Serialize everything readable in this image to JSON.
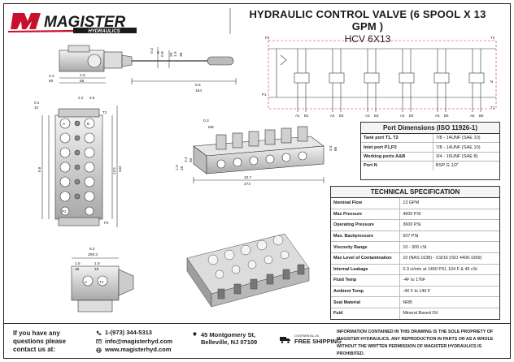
{
  "header": {
    "logo_text": "MAGISTER",
    "logo_sub": "HYDRAULICS",
    "title": "HYDRAULIC CONTROL VALVE (6 SPOOL X 13 GPM )",
    "subtitle": "HCV 6X13"
  },
  "drawing": {
    "top_view": {
      "dim_width_mm": "6.5",
      "dim_width_in": "164",
      "d1": "0.3",
      "d2": "8",
      "d3": "0.8",
      "d4": "20",
      "d5": "1.5",
      "d6": "38",
      "d7": "2.4",
      "d8": "60",
      "d9": "2.6",
      "d10": "65"
    },
    "front_view": {
      "port_a": "A",
      "port_b": "B",
      "port_t1": "T1",
      "port_t2": "T2",
      "port_p1": "P1",
      "port_p2": "P2",
      "dim_a": "8.8",
      "dim_b": "13.5",
      "dim_c": "343",
      "dim_d": "0.4",
      "dim_e": "10",
      "dim_f": "0.5",
      "dim_g": "2.2"
    },
    "iso_view": {
      "dim_length_mm": "10.7",
      "dim_length_in": "273",
      "dim_h1": "3.4",
      "dim_h2": "86",
      "dim_h3": "2.4",
      "dim_h4": "60",
      "dim_h5": "1.0",
      "dim_h6": "25",
      "dim_x1": "0.3",
      "dim_x2": "M8"
    },
    "side_view": {
      "dim_1": "8.2",
      "dim_2": "209.3",
      "dim_3": "1.5",
      "dim_4": "38",
      "dim_5": "1.8",
      "dim_6": "45"
    },
    "schematic": {
      "p2": "P2",
      "p1": "P1",
      "t1": "T1",
      "t2": "T2",
      "n": "N",
      "labels": [
        "A1",
        "B1",
        "A2",
        "B2",
        "A3",
        "B3",
        "A4",
        "B4",
        "A5",
        "B5",
        "A6",
        "B6"
      ]
    }
  },
  "ports": {
    "title": "Port Dimensions (ISO 11926-1)",
    "rows": [
      {
        "k": "Tank port T1, T2",
        "v": "7/8 - 14UNF (SAE 10)"
      },
      {
        "k": "Inlet port P1,P2",
        "v": "7/8 - 14UNF (SAE 10)"
      },
      {
        "k": "Working ports A&B",
        "v": "3/4 - 16UNF (SAE 8)"
      },
      {
        "k": "Port N",
        "v": "BSP G 1/2\""
      }
    ]
  },
  "spec": {
    "title": "TECHNICAL SPECIFICATION",
    "rows": [
      {
        "k": "Nominal Flow",
        "v": "13 GPM"
      },
      {
        "k": "Max Pressure",
        "v": "4600 PSI"
      },
      {
        "k": "Operating Pressure",
        "v": "3600 PSI"
      },
      {
        "k": "Max. Backpressure",
        "v": "507 PSI"
      },
      {
        "k": "Viscosity Range",
        "v": "10 - 300 cSt"
      },
      {
        "k": "Max Level of Contamination",
        "v": "10 (NAS 1638) - /19/16 (ISO 4406-1999)"
      },
      {
        "k": "Internal Leakage",
        "v": "0.3 ci/min at 1450 PSI, 104 F & 46 cSt"
      },
      {
        "k": "Fluid Temp",
        "v": "-4F to 176F"
      },
      {
        "k": "Ambient Temp",
        "v": "-40 F to 140 F"
      },
      {
        "k": "Seal Material",
        "v": "NRB"
      },
      {
        "k": "Fuid",
        "v": "Mineral Based Oil"
      }
    ]
  },
  "footer": {
    "question": "If you have any questions please contact us at:",
    "phone": "1-(973) 344-5313",
    "email": "info@magisterhyd.com",
    "web": "www.magisterhyd.com",
    "address": "45 Montgomery St, Belleville, NJ 07109",
    "ship_small": "CONTINENTAL US",
    "ship_big": "FREE SHIPPING",
    "legal": "INFORMATION CONTAINED IN THIS DRAWING IS THE SOLE PROPRIETY OF MAGISTER HYDRAULICS. ANY REPRODUCTION IN PARTS OR AS A WHOLE WITHOUT THE WRITTEN PERMISSION OF MAGISTER HYDRAULICS IS PROHIBITED."
  },
  "colors": {
    "accent": "#c8102e",
    "line": "#333333",
    "schematic_red": "#d22c2c"
  }
}
